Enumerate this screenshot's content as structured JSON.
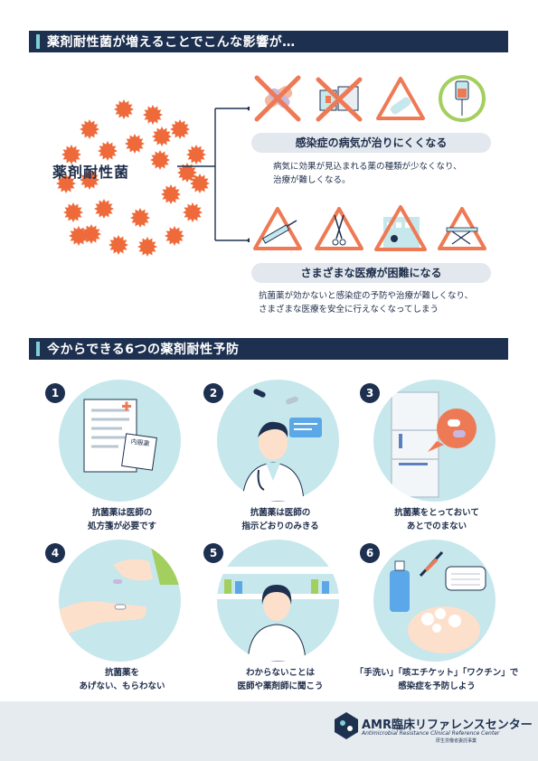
{
  "section1": {
    "title": "薬剤耐性菌が増えることでこんな影響が…"
  },
  "germ": {
    "label": "薬剤耐性菌",
    "color": "#ee6a3a"
  },
  "effects": [
    {
      "heading": "感染症の病気が治りにくくなる",
      "description": [
        "病気に効果が見込まれる薬の種類が少なくなり、",
        "治療が難しくなる。"
      ],
      "icons": [
        "crossed-bandage-icon",
        "crossed-medicine-box-icon",
        "warning-triangle-icon",
        "iv-drip-icon"
      ]
    },
    {
      "heading": "さまざまな医療が困難になる",
      "description": [
        "抗菌薬が効かないと感染症の予防や治療が難しくなり、",
        "さまざまな医療を安全に行えなくなってしまう"
      ],
      "icons": [
        "syringe-warning-icon",
        "surgical-tools-warning-icon",
        "hospital-warning-icon",
        "stretcher-warning-icon"
      ]
    }
  ],
  "section2": {
    "title": "今からできる6つの薬剤耐性予防"
  },
  "prevention": [
    {
      "number": "1",
      "lines": [
        "抗菌薬は医師の",
        "処方箋が必要です"
      ],
      "icon": "prescription-icon",
      "badge": "内服薬"
    },
    {
      "number": "2",
      "lines": [
        "抗菌薬は医師の",
        "指示どおりのみきる"
      ],
      "icon": "doctor-icon"
    },
    {
      "number": "3",
      "lines": [
        "抗菌薬をとっておいて",
        "あとでのまない"
      ],
      "icon": "fridge-icon"
    },
    {
      "number": "4",
      "lines": [
        "抗菌薬を",
        "あげない、もらわない"
      ],
      "icon": "hand-pill-icon"
    },
    {
      "number": "5",
      "lines": [
        "わからないことは",
        "医師や薬剤師に聞こう"
      ],
      "icon": "pharmacist-icon"
    },
    {
      "number": "6",
      "lines": [
        "「手洗い」「咳エチケット」「ワクチン」で",
        "感染症を予防しよう"
      ],
      "icon": "hygiene-icon"
    }
  ],
  "footer": {
    "logo_main": "AMR臨床リファレンスセンター",
    "logo_sub": "Antimicrobial Resistance Clinical Reference Center",
    "logo_ministry": "厚生労働省委託事業"
  },
  "colors": {
    "navy": "#1e3050",
    "accent": "#7ed0d2",
    "warning": "#ee7a55",
    "circle": "#c6e7ec"
  }
}
